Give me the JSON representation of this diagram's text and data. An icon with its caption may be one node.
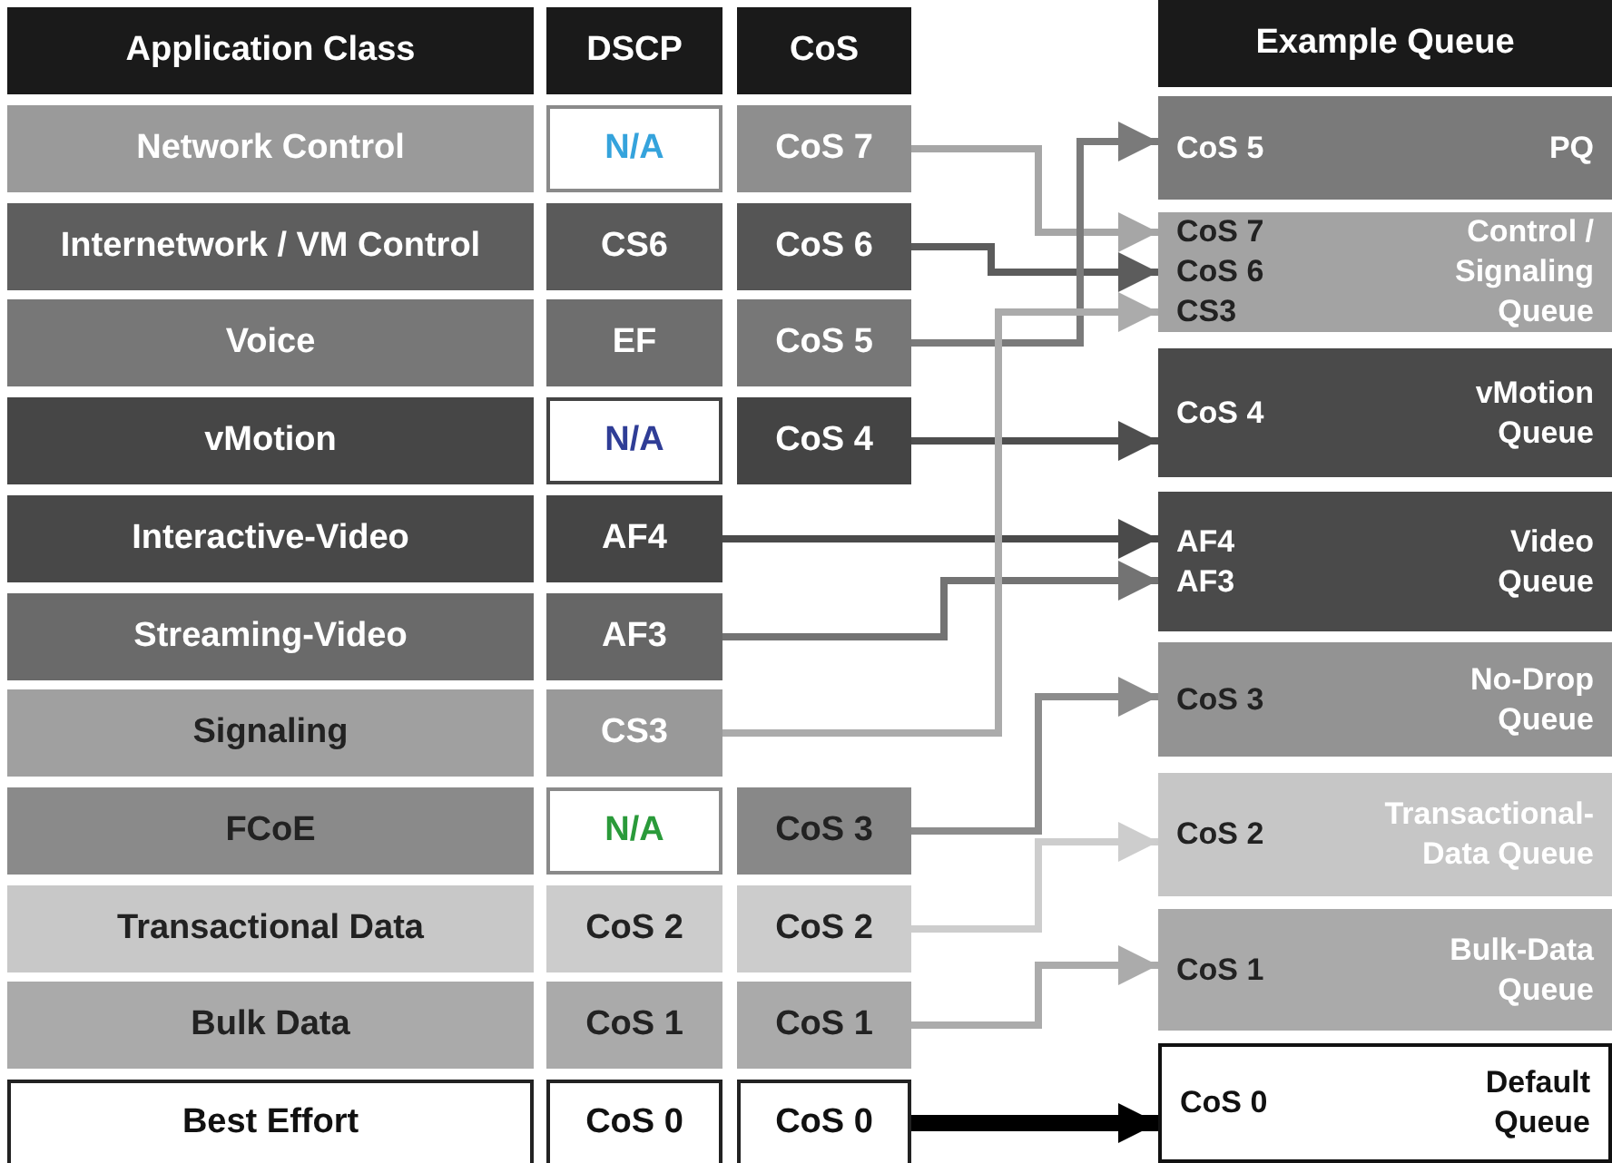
{
  "diagram": {
    "nodes": [
      {
        "text": [
          "Application Class"
        ]
      },
      {
        "text": [
          "DSCP"
        ]
      },
      {
        "text": [
          "CoS"
        ]
      },
      {
        "text": [
          "Example Queue"
        ]
      },
      {
        "text": [
          "Network Control"
        ]
      },
      {
        "text": [
          "N/A"
        ]
      },
      {
        "text": [
          "CoS 7"
        ]
      },
      {
        "text": [
          "Internetwork / VM Control"
        ]
      },
      {
        "text": [
          "CS6"
        ]
      },
      {
        "text": [
          "CoS 6"
        ]
      },
      {
        "text": [
          "Voice"
        ]
      },
      {
        "text": [
          "EF"
        ]
      },
      {
        "text": [
          "CoS 5"
        ]
      },
      {
        "text": [
          "vMotion"
        ]
      },
      {
        "text": [
          "N/A"
        ]
      },
      {
        "text": [
          "CoS 4"
        ]
      },
      {
        "text": [
          "Interactive-Video"
        ]
      },
      {
        "text": [
          "AF4"
        ]
      },
      {
        "text": [
          "Streaming-Video"
        ]
      },
      {
        "text": [
          "AF3"
        ]
      },
      {
        "text": [
          "Signaling"
        ]
      },
      {
        "text": [
          "CS3"
        ]
      },
      {
        "text": [
          "FCoE"
        ]
      },
      {
        "text": [
          "N/A"
        ]
      },
      {
        "text": [
          "CoS 3"
        ]
      },
      {
        "text": [
          "Transactional Data"
        ]
      },
      {
        "text": [
          "CoS 2"
        ]
      },
      {
        "text": [
          "CoS 2"
        ]
      },
      {
        "text": [
          "Bulk Data"
        ]
      },
      {
        "text": [
          "CoS 1"
        ]
      },
      {
        "text": [
          "CoS 1"
        ]
      },
      {
        "text": [
          "Best Effort"
        ]
      },
      {
        "text": [
          "CoS 0"
        ]
      },
      {
        "text": [
          "CoS 0"
        ]
      },
      {
        "text": [
          "CoS 5",
          "PQ"
        ]
      },
      {
        "text": [
          "CoS 7",
          "CoS 6",
          "CS3",
          "Control / Signaling Queue"
        ]
      },
      {
        "text": [
          "CoS 4",
          "vMotion Queue"
        ]
      },
      {
        "text": [
          "AF4",
          "AF3",
          "Video Queue"
        ]
      },
      {
        "text": [
          "CoS 3",
          "No-Drop Queue"
        ]
      },
      {
        "text": [
          "CoS 2",
          "Transactional-Data Queue"
        ]
      },
      {
        "text": [
          "CoS 1",
          "Bulk-Data Queue"
        ]
      },
      {
        "text": [
          "CoS 0",
          "Default Queue"
        ]
      }
    ],
    "edges": [
      {
        "from": 6,
        "to": 35,
        "arrow": "to",
        "color": "#a6a6a6"
      },
      {
        "from": 9,
        "to": 35,
        "arrow": "to",
        "color": "#5c5c5c"
      },
      {
        "from": 12,
        "to": 34,
        "arrow": "to",
        "color": "#7a7a7a"
      },
      {
        "from": 15,
        "to": 36,
        "arrow": "to",
        "color": "#4e4e4e"
      },
      {
        "from": 17,
        "to": 37,
        "arrow": "to",
        "color": "#4a4a4a"
      },
      {
        "from": 19,
        "to": 37,
        "arrow": "to",
        "color": "#737373"
      },
      {
        "from": 21,
        "to": 35,
        "arrow": "to",
        "color": "#ababab"
      },
      {
        "from": 24,
        "to": 38,
        "arrow": "to",
        "color": "#8c8c8c"
      },
      {
        "from": 27,
        "to": 39,
        "arrow": "to",
        "color": "#cdcdcd"
      },
      {
        "from": 30,
        "to": 40,
        "arrow": "to",
        "color": "#ababab"
      },
      {
        "from": 33,
        "to": 41,
        "arrow": "to",
        "color": "#000000",
        "style": "thick"
      }
    ]
  }
}
